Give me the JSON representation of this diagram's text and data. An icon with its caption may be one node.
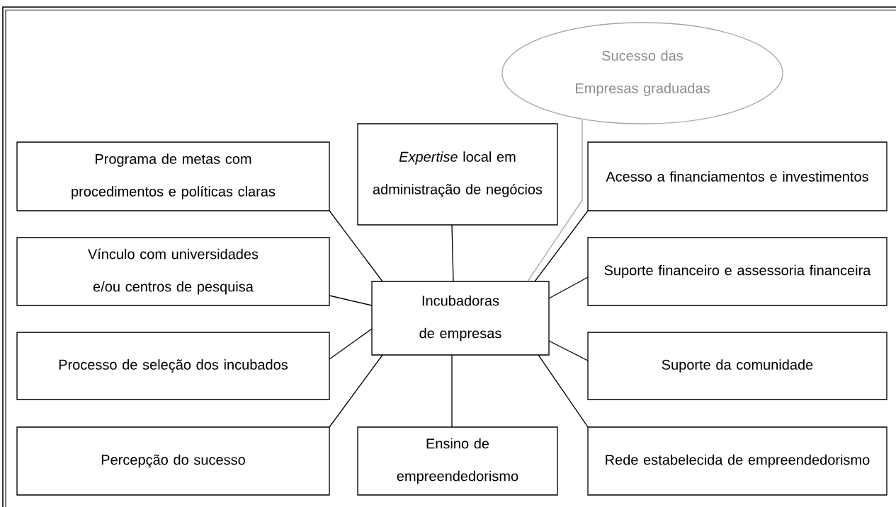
{
  "diagram": {
    "nodes": [
      {
        "text": [
          "Sucesso das Empresas graduadas"
        ]
      },
      {
        "text": [
          "*Expertise* local em administração de negócios"
        ]
      },
      {
        "text": [
          "Programa de metas com procedimentos e políticas claras"
        ]
      },
      {
        "text": [
          "Acesso a financiamentos e investimentos"
        ]
      },
      {
        "text": [
          "Vínculo com universidades e/ou centros de pesquisa"
        ]
      },
      {
        "text": [
          "Incubadoras de empresas"
        ]
      },
      {
        "text": [
          "Suporte financeiro e assessoria financeira"
        ]
      },
      {
        "text": [
          "Processo de seleção dos incubados"
        ]
      },
      {
        "text": [
          "Suporte da comunidade"
        ]
      },
      {
        "text": [
          "Percepção do sucesso"
        ]
      },
      {
        "text": [
          "Ensino de empreendedorismo"
        ]
      },
      {
        "text": [
          "Rede estabelecida de empreendedorismo"
        ]
      }
    ],
    "edges": [
      {
        "from": 5,
        "to": 0,
        "arrow": "none",
        "color": "#a6a6a6"
      },
      {
        "from": 5,
        "to": 1,
        "arrow": "none"
      },
      {
        "from": 5,
        "to": 2,
        "arrow": "none"
      },
      {
        "from": 5,
        "to": 3,
        "arrow": "none"
      },
      {
        "from": 5,
        "to": 4,
        "arrow": "none"
      },
      {
        "from": 5,
        "to": 6,
        "arrow": "none"
      },
      {
        "from": 5,
        "to": 7,
        "arrow": "none"
      },
      {
        "from": 5,
        "to": 8,
        "arrow": "none"
      },
      {
        "from": 5,
        "to": 9,
        "arrow": "none"
      },
      {
        "from": 5,
        "to": 10,
        "arrow": "none"
      },
      {
        "from": 5,
        "to": 11,
        "arrow": "none"
      }
    ]
  }
}
